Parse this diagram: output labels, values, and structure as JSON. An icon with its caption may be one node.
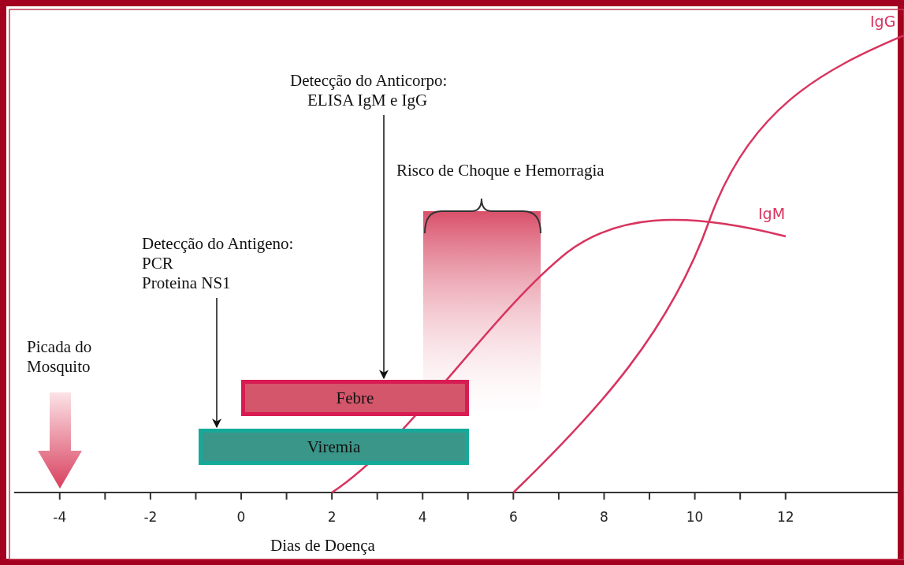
{
  "diagram": {
    "nodes": [
      {
        "text": [
          "Detecção do Anticorpo:",
          "ELISA IgM e IgG"
        ]
      },
      {
        "text": [
          "Risco de Choque e Hemorragia"
        ]
      },
      {
        "text": [
          "Detecção do Antigeno:",
          "PCR",
          "Proteina NS1"
        ]
      },
      {
        "text": [
          "Febre"
        ]
      },
      {
        "text": [
          "Viremia"
        ]
      }
    ],
    "edges": [
      {
        "from": 0,
        "to": 3,
        "arrow": "to"
      },
      {
        "from": 2,
        "to": 4,
        "arrow": "to"
      }
    ],
    "labels": [
      "IgG",
      "IgM",
      "Picada do Mosquito",
      "-4",
      "-2",
      "0",
      "2",
      "4",
      "6",
      "8",
      "10",
      "12",
      "Dias de Doença"
    ]
  }
}
